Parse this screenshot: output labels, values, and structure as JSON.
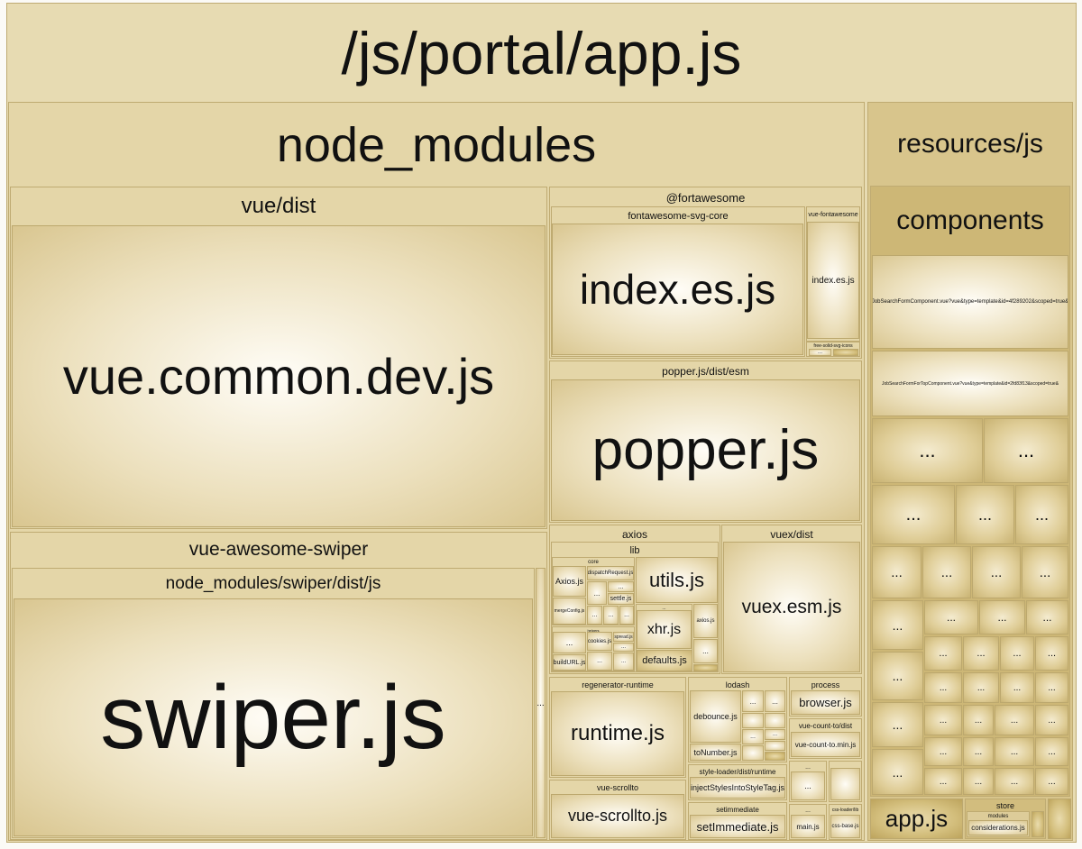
{
  "sidebar_toggle": {
    "icon": "chevron-right-icon",
    "glyph": "›"
  },
  "root": {
    "label": "/js/portal/app.js"
  },
  "node_modules": {
    "label": "node_modules",
    "vue_dist": {
      "label": "vue/dist",
      "file": "vue.common.dev.js"
    },
    "swiper": {
      "label": "vue-awesome-swiper",
      "sub": "node_modules/swiper/dist/js",
      "file": "swiper.js",
      "side": "..."
    },
    "fortawesome": {
      "label": "@fortawesome",
      "core": {
        "label": "fontawesome-svg-core",
        "file": "index.es.js"
      },
      "vue_fa": {
        "label": "vue-fontawesome",
        "file": "index.es.js"
      },
      "free_solid": {
        "label": "free-solid-svg-icons",
        "more": "..."
      }
    },
    "popper": {
      "label": "popper.js/dist/esm",
      "file": "popper.js"
    },
    "axios": {
      "label": "axios",
      "lib": "lib",
      "core": "core",
      "files": {
        "axios_js": "Axios.js",
        "dispatch": "dispatchRequest.js",
        "settle": "settle.js",
        "merge": "mergeConfig.js",
        "helpers": "helpers",
        "cookies": "cookies.js",
        "spread": "spread.js",
        "build_url": "buildURL.js",
        "utils": "utils.js",
        "xhr": "xhr.js",
        "axios2": "axios.js",
        "defaults": "defaults.js"
      },
      "more": "..."
    },
    "vuex": {
      "label": "vuex/dist",
      "file": "vuex.esm.js"
    },
    "regen": {
      "label": "regenerator-runtime",
      "file": "runtime.js"
    },
    "scrollto": {
      "label": "vue-scrollto",
      "file": "vue-scrollto.js"
    },
    "lodash": {
      "label": "lodash",
      "debounce": "debounce.js",
      "to_number": "toNumber.js",
      "more": "..."
    },
    "style_loader": {
      "label": "style-loader/dist/runtime",
      "file": "injectStylesIntoStyleTag.js"
    },
    "setimmediate": {
      "label": "setimmediate",
      "file": "setImmediate.js"
    },
    "process": {
      "label": "process",
      "file": "browser.js"
    },
    "count_to": {
      "label": "vue-count-to/dist",
      "file": "vue-count-to.min.js"
    },
    "misc": {
      "more": "...",
      "main": "main.js",
      "css_loader": "css-loader/lib",
      "css_base": "css-base.js"
    }
  },
  "resources": {
    "label": "resources/js",
    "components": {
      "label": "components",
      "file1": "JobSearchFormComponent.vue?vue&type=template&id=4f289202&scoped=true&",
      "file2": "JobSearchFormForTopComponent.vue?vue&type=template&id=2fd83f13&scoped=true&",
      "more": "..."
    },
    "app": "app.js",
    "store": {
      "label": "store",
      "modules": "modules",
      "file": "considerations.js"
    }
  },
  "colors": {
    "bg": "#e4d6a8",
    "cell_center": "#fffdf7",
    "cell_edge": "#d9c690",
    "border": "#bca86e"
  }
}
